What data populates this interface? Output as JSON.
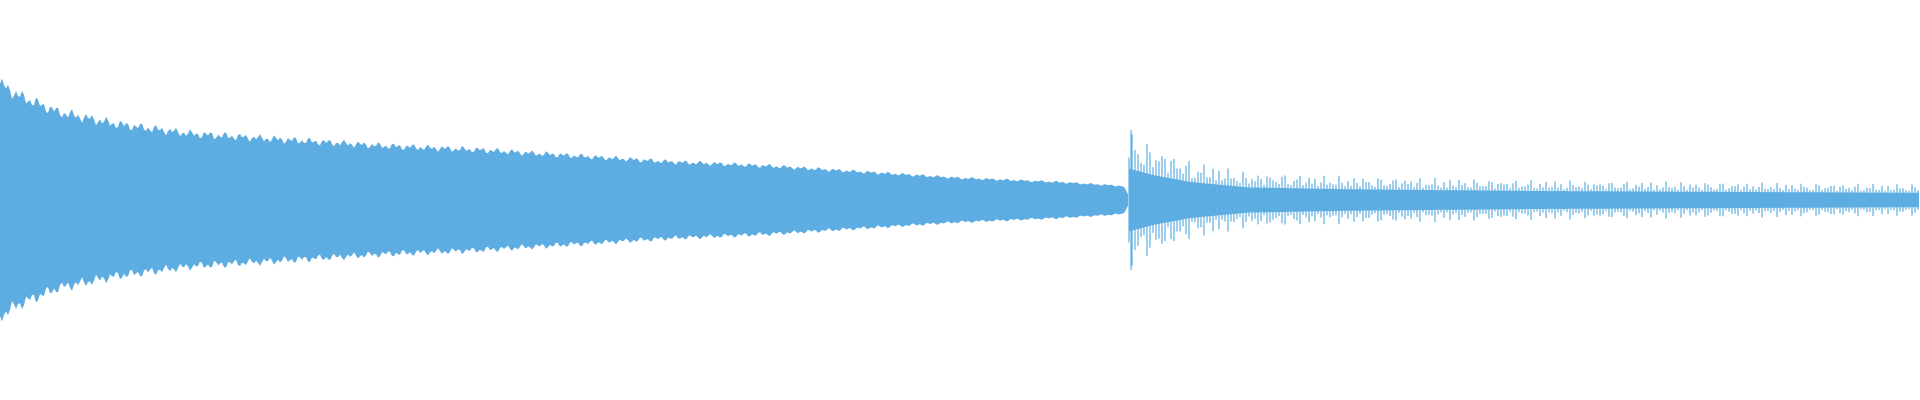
{
  "waveform": {
    "color": "#5DADE2",
    "background": "#FFFFFF",
    "segments": [
      {
        "name": "decaying-tone",
        "style": "filled-envelope",
        "start_fraction": 0.0,
        "end_fraction": 0.588,
        "amplitude_envelope": [
          [
            0.0,
            0.58
          ],
          [
            0.01,
            0.52
          ],
          [
            0.03,
            0.44
          ],
          [
            0.06,
            0.38
          ],
          [
            0.1,
            0.33
          ],
          [
            0.15,
            0.3
          ],
          [
            0.2,
            0.27
          ],
          [
            0.25,
            0.25
          ],
          [
            0.3,
            0.22
          ],
          [
            0.35,
            0.19
          ],
          [
            0.4,
            0.17
          ],
          [
            0.45,
            0.14
          ],
          [
            0.5,
            0.11
          ],
          [
            0.55,
            0.09
          ],
          [
            0.585,
            0.07
          ],
          [
            0.588,
            0.02
          ]
        ]
      },
      {
        "name": "pulsed-tail",
        "style": "dense-spikes",
        "start_fraction": 0.588,
        "end_fraction": 1.0,
        "amplitude_envelope": [
          [
            0.588,
            0.35
          ],
          [
            0.6,
            0.28
          ],
          [
            0.62,
            0.2
          ],
          [
            0.65,
            0.14
          ],
          [
            0.7,
            0.12
          ],
          [
            0.8,
            0.1
          ],
          [
            0.9,
            0.09
          ],
          [
            1.0,
            0.08
          ]
        ]
      }
    ]
  }
}
